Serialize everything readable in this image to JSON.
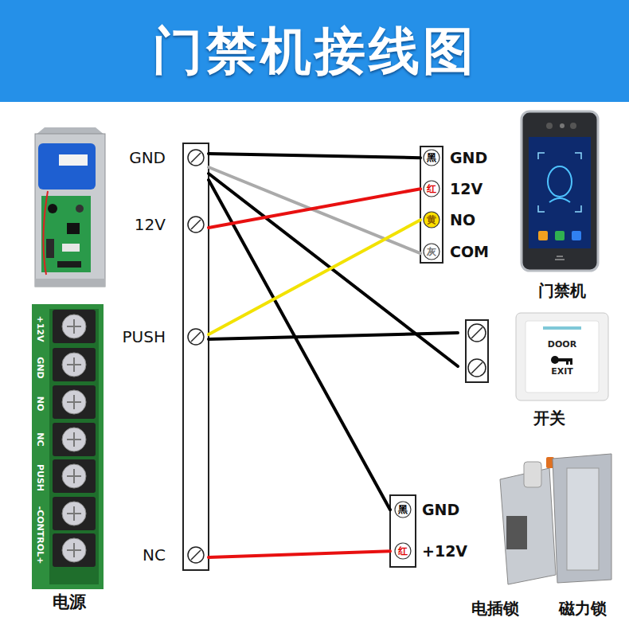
{
  "diagram": {
    "title": "门禁机接线图",
    "nodes": [
      {
        "text": [
          "GND"
        ]
      },
      {
        "text": [
          "黑",
          "GND"
        ]
      },
      {
        "text": [
          "红",
          "12V"
        ]
      },
      {
        "text": [
          "黄",
          "NO"
        ]
      },
      {
        "text": [
          "灰",
          "COM"
        ]
      },
      {
        "text": [
          "门禁机"
        ]
      },
      {
        "text": [
          "12V"
        ]
      },
      {
        "text": [
          "+12V",
          "GND",
          "NO",
          "NC",
          "PUSH",
          "-CONTROL+",
          "电源"
        ]
      },
      {
        "text": [
          "PUSH"
        ]
      },
      {
        "text": [
          "DOOR",
          "EXIT",
          "开关"
        ]
      },
      {
        "text": [
          "黑",
          "GND"
        ]
      },
      {
        "text": [
          "红",
          "+12V"
        ]
      },
      {
        "text": [
          "NC"
        ]
      },
      {
        "text": [
          "电插锁",
          "磁力锁"
        ]
      }
    ],
    "edges": [
      {
        "from": 0,
        "to": 1,
        "arrow": "none"
      },
      {
        "from": 0,
        "to": 4,
        "arrow": "none"
      },
      {
        "from": 0,
        "to": 9,
        "arrow": "none"
      },
      {
        "from": 0,
        "to": 10,
        "arrow": "none"
      },
      {
        "from": 6,
        "to": 2,
        "arrow": "none"
      },
      {
        "from": 8,
        "to": 3,
        "arrow": "none"
      },
      {
        "from": 8,
        "to": 9,
        "arrow": "none"
      },
      {
        "from": 12,
        "to": 11,
        "arrow": "none"
      }
    ]
  }
}
